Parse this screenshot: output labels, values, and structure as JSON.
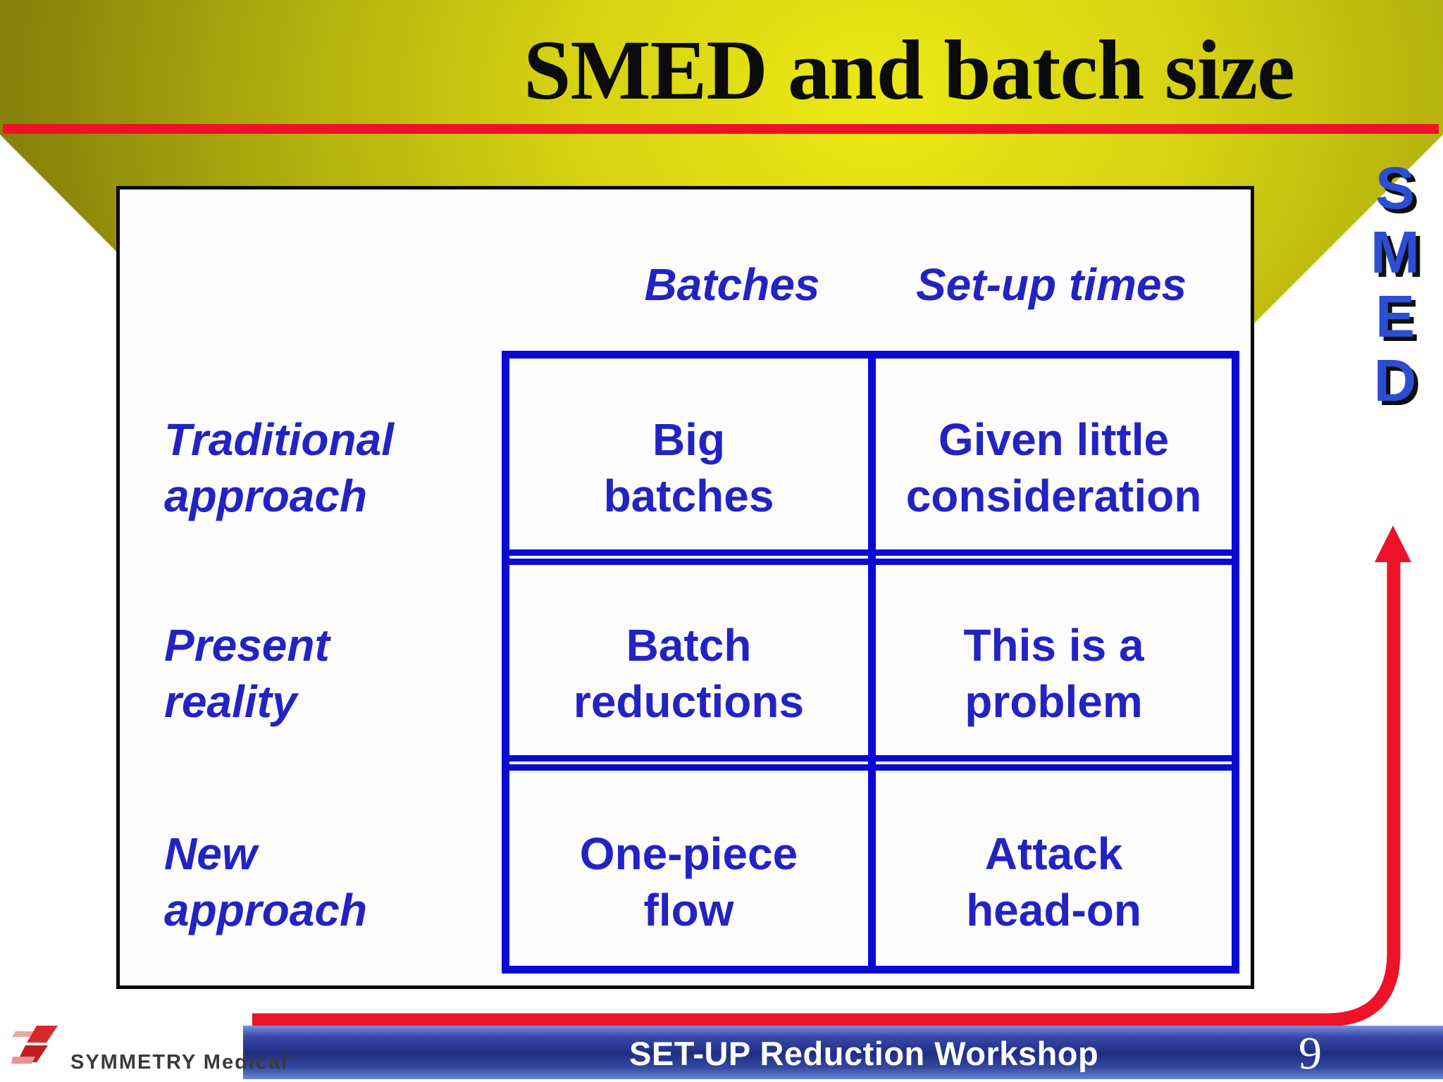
{
  "slide": {
    "title": "SMED and batch size",
    "page_number": "9",
    "footer_text": "SET-UP Reduction Workshop"
  },
  "smed": [
    "S",
    "M",
    "E",
    "D"
  ],
  "logo": {
    "brand": "SYMMETRY Medical",
    "trademark": "™"
  },
  "table": {
    "headers": [
      "Batches",
      "Set-up times"
    ],
    "rows": [
      {
        "label": {
          "line1": "Traditional",
          "line2": "approach"
        },
        "cells": [
          {
            "line1": "Big",
            "line2": "batches"
          },
          {
            "line1": "Given little",
            "line2": "consideration"
          }
        ]
      },
      {
        "label": {
          "line1": "Present",
          "line2": "reality"
        },
        "cells": [
          {
            "line1": "Batch",
            "line2": "reductions"
          },
          {
            "line1": "This is a",
            "line2": "problem"
          }
        ]
      },
      {
        "label": {
          "line1": "New",
          "line2": "approach"
        },
        "cells": [
          {
            "line1": "One-piece",
            "line2": "flow"
          },
          {
            "line1": "Attack",
            "line2": "head-on"
          }
        ]
      }
    ]
  },
  "colors": {
    "accent_red": "#ee1228",
    "table_blue": "#0a0ad4",
    "text_blue": "#2323c3",
    "smed_blue": "#2b4ed2",
    "footer_navy": "#1f2e82",
    "gold": "#d6d212"
  }
}
